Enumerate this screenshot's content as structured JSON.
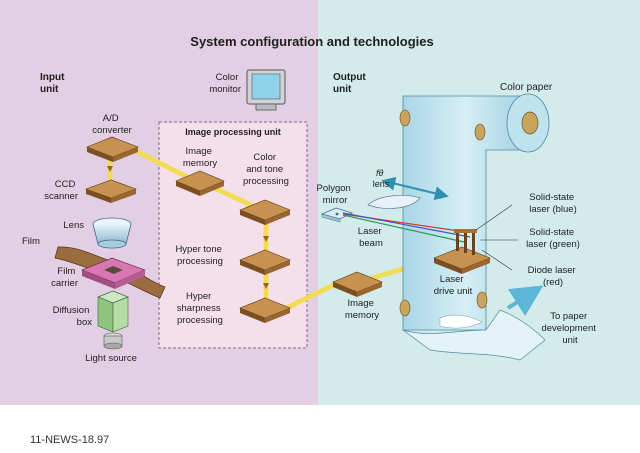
{
  "title": "System configuration and technologies",
  "input_unit": {
    "heading": [
      "Input",
      "unit"
    ],
    "ad_converter": [
      "A/D",
      "converter"
    ],
    "ccd_scanner": [
      "CCD",
      "scanner"
    ],
    "lens": "Lens",
    "film": "Film",
    "film_carrier": [
      "Film",
      "carrier"
    ],
    "diffusion_box": [
      "Diffusion",
      "box"
    ],
    "light_source": "Light source"
  },
  "color_monitor": [
    "Color",
    "monitor"
  ],
  "image_processing_unit": {
    "heading": "Image processing unit",
    "image_memory": [
      "Image",
      "memory"
    ],
    "color_tone": [
      "Color",
      "and tone",
      "processing"
    ],
    "hyper_tone": [
      "Hyper tone",
      "processing"
    ],
    "hyper_sharpness": [
      "Hyper",
      "sharpness",
      "processing"
    ]
  },
  "output_unit": {
    "heading": [
      "Output",
      "unit"
    ],
    "color_paper": "Color paper",
    "f_theta_lens": [
      "fθ",
      "lens"
    ],
    "polygon_mirror": [
      "Polygon",
      "mirror"
    ],
    "laser_beam": [
      "Laser",
      "beam"
    ],
    "image_memory": [
      "Image",
      "memory"
    ],
    "laser_drive_unit": [
      "Laser",
      "drive unit"
    ],
    "laser_blue": [
      "Solid-state",
      "laser (blue)"
    ],
    "laser_green": [
      "Solid-state",
      "laser (green)"
    ],
    "diode_laser": [
      "Diode laser",
      "(red)"
    ],
    "paper_development": [
      "To paper",
      "development",
      "unit"
    ]
  },
  "footer": "11-NEWS-18.97",
  "colors": {
    "input_panel": "#e3cfe3",
    "output_panel": "#d3eceb",
    "processing_box": "#f4dfea",
    "block_top": "#c7914f",
    "block_side": "#7a4f22",
    "signal_path": "#f2dc55",
    "laser_beam_red": "#d4392e",
    "laser_beam_blue": "#3f56c0",
    "paper": "#c4e4ef",
    "arrow_blue": "#5db6d6"
  }
}
